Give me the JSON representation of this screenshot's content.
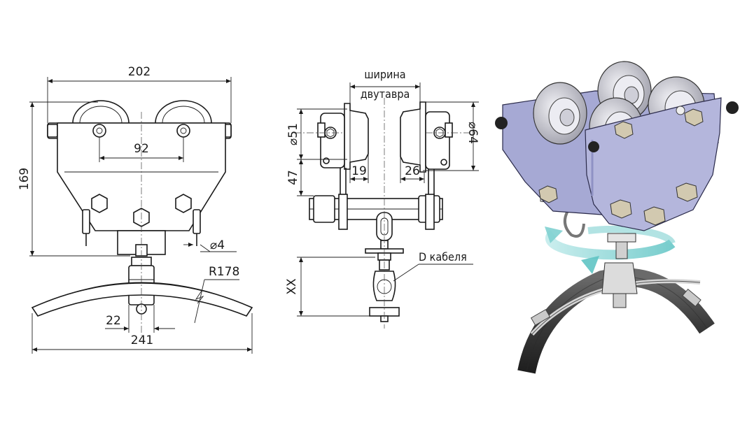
{
  "front_view": {
    "width_overall": "202",
    "height_overall": "169",
    "wheel_spacing": "92",
    "pin_diameter": "⌀4",
    "arc_radius": "R178",
    "clamp_width": "22",
    "arc_length": "241"
  },
  "side_view": {
    "beam_width_line1": "ширина",
    "beam_width_line2": "двутавра",
    "wheel_diameter_small": "⌀51",
    "wheel_diameter_large": "⌀64",
    "height_47": "47",
    "flange_19": "19",
    "flange_26": "26",
    "variable_height": "XX",
    "cable_diameter": "D кабеля"
  },
  "iso_view": {
    "colors": {
      "plate": "#b4b6dc",
      "plate_dark": "#8f92c4",
      "wheel": "#d8d8e0",
      "bolt": "#c4bcaa",
      "rotation_arrow": "#7fd0d0",
      "hose": "#4a4a4a"
    }
  }
}
